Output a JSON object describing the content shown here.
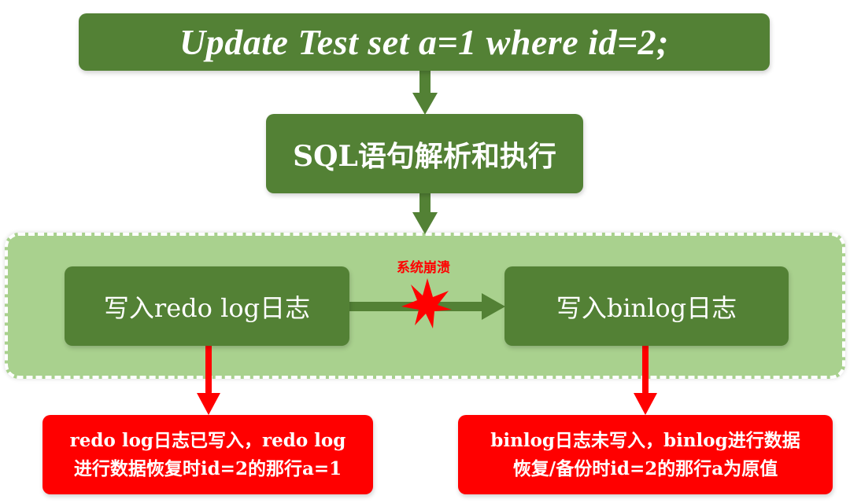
{
  "diagram": {
    "sql_statement": "Update Test set a=1 where id=2;",
    "parse_step": "SQL语句解析和执行",
    "redo_step": "写入redo log日志",
    "binlog_step": "写入binlog日志",
    "crash_label": "系统崩溃",
    "redo_note": {
      "line1": "redo log日志已写入，redo log",
      "line2": "进行数据恢复时id=2的那行a=1"
    },
    "binlog_note": {
      "line1": "binlog日志未写入，binlog进行数据",
      "line2": "恢复/备份时id=2的那行a为原值"
    },
    "colors": {
      "dark_green": "#538135",
      "light_green": "#a9d18e",
      "red": "#ff0000",
      "text": "#ffffff"
    }
  }
}
